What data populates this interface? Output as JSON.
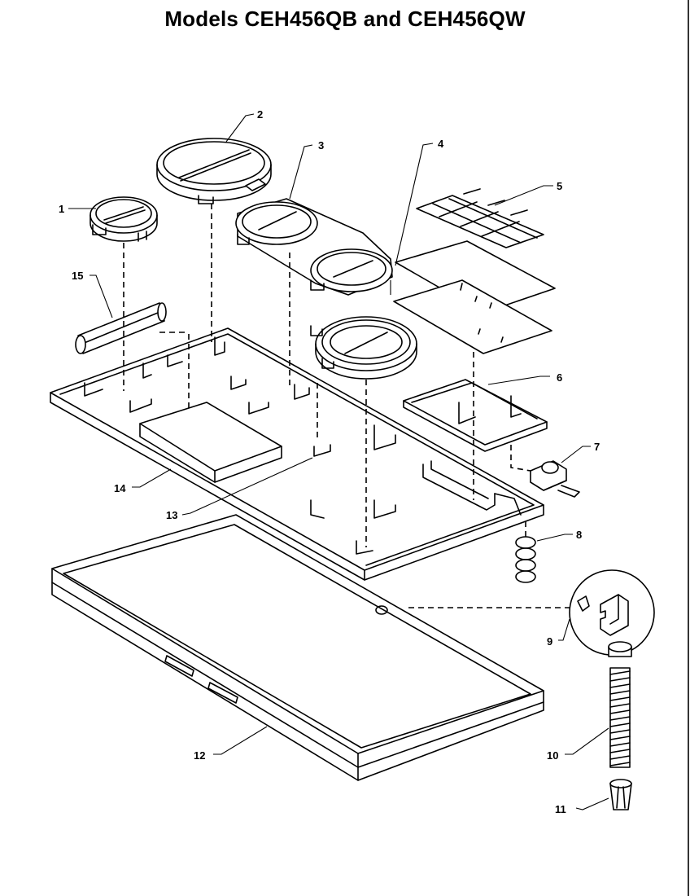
{
  "title": "Models CEH456QB and CEH456QW",
  "callouts": [
    "1",
    "2",
    "3",
    "4",
    "5",
    "6",
    "7",
    "8",
    "9",
    "10",
    "11",
    "12",
    "13",
    "14",
    "15"
  ]
}
